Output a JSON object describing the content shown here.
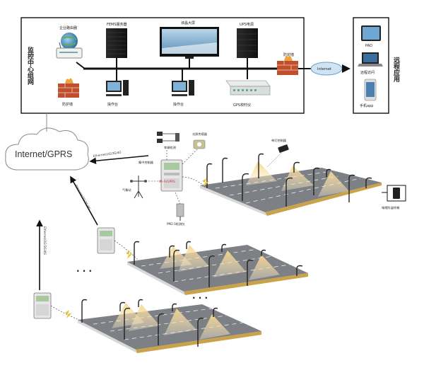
{
  "monitor_center": {
    "title_vertical": "监控中心组网",
    "router_label": "企业路由器",
    "fems_label": "FEMS服务器",
    "lcd_label": "液晶大屏",
    "ups_label": "UPS电源",
    "firewall_left_label": "防护墙",
    "firewall_right_label": "防护墙",
    "console1_label": "操作台",
    "console2_label": "操作台",
    "gps_label": "GPS校时仪",
    "internet_label": "Internet"
  },
  "remote": {
    "title_vertical": "远程应用",
    "pad_label": "PAD",
    "remote_label": "远程访问",
    "phone_label": "手机app"
  },
  "cloud_label": "Internet/GPRS",
  "links": {
    "l1": "Ethernet/2G/3G/4G",
    "l2": "Ethernet/2G/3G/4G",
    "l3": "Ethernet/2G/3G/4G"
  },
  "field": {
    "light_sensor_label": "光照传感器",
    "vehicle_label": "车辆检测",
    "concentrator_label": "集中控制器",
    "weather_label": "气象站",
    "pm25_label": "PM2.5检测仪",
    "single_lamp_label": "单灯控制器",
    "anti_theft_label": "电缆防盗终端",
    "wifi_label": "Wi-Fi/GPRS"
  },
  "dots": ". . ."
}
